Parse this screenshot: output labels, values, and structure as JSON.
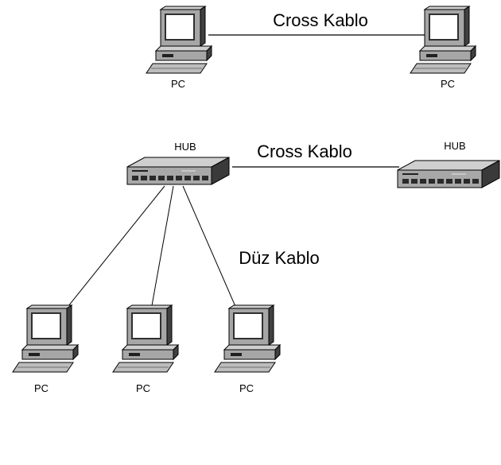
{
  "top": {
    "cable_label": "Cross Kablo",
    "pc_left_label": "PC",
    "pc_right_label": "PC"
  },
  "bottom": {
    "hub_left_label": "HUB",
    "hub_right_label": "HUB",
    "cross_cable_label": "Cross Kablo",
    "straight_cable_label": "Düz Kablo",
    "pcs": [
      {
        "label": "PC"
      },
      {
        "label": "PC"
      },
      {
        "label": "PC"
      }
    ]
  },
  "colors": {
    "monitor_body": "#a6a6a6",
    "screen": "#ffffff",
    "shadow": "#404040",
    "hub_front": "#a8a8a8",
    "hub_top": "#cfcfcf",
    "hub_side": "#3a3a3a",
    "line": "#000000"
  },
  "icons": {
    "pc": "desktop-computer-icon",
    "hub": "network-hub-icon"
  }
}
